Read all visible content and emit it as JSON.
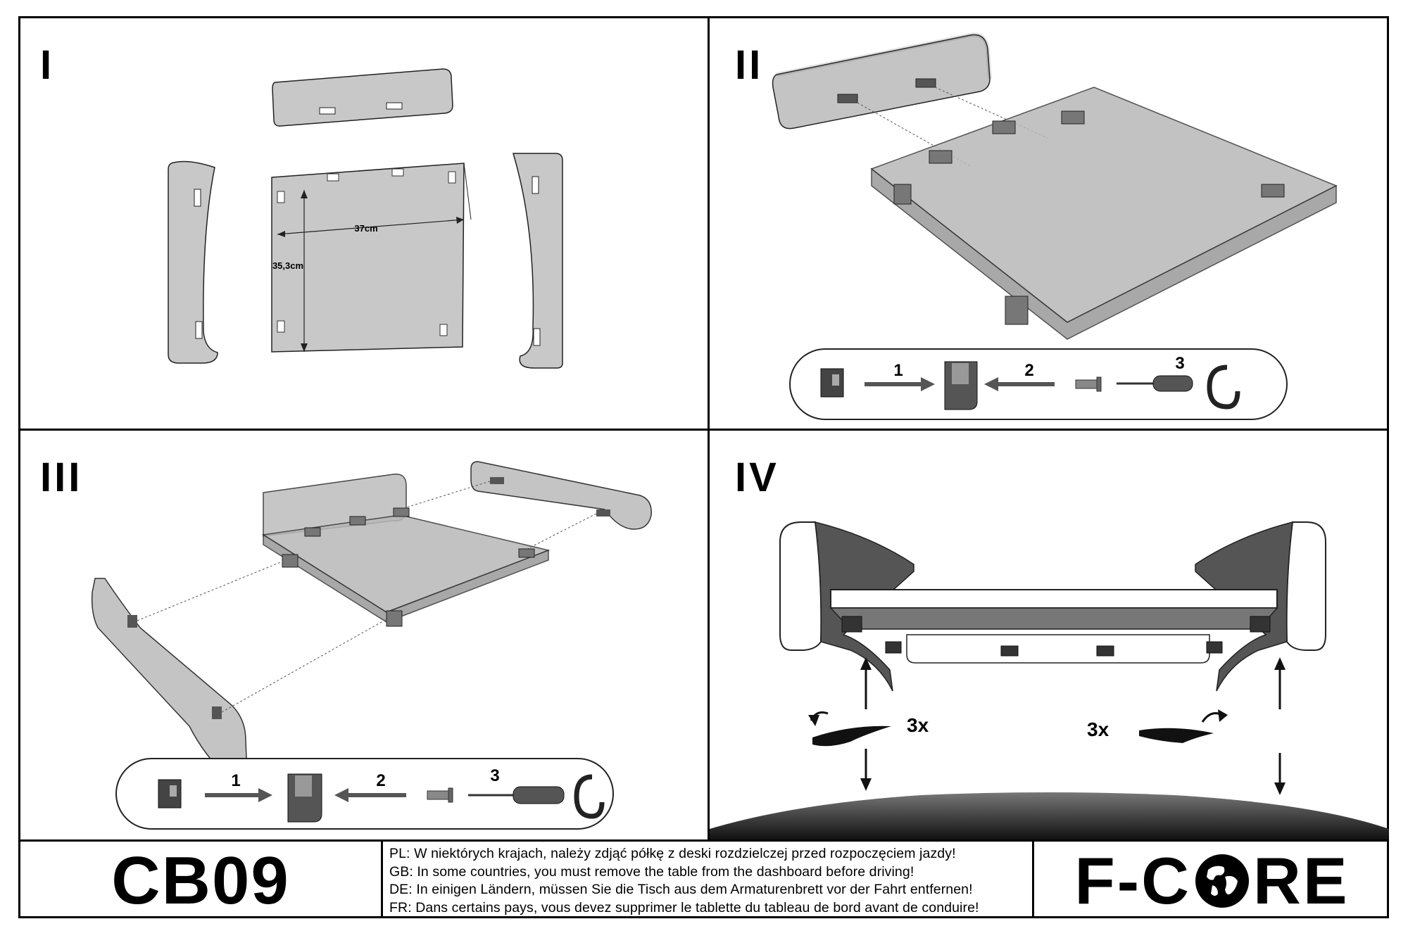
{
  "panels": [
    {
      "id": "I",
      "label": "I",
      "dimension_width": "37cm",
      "dimension_depth": "35,3cm"
    },
    {
      "id": "II",
      "label": "II",
      "steps": [
        "1",
        "2",
        "3"
      ]
    },
    {
      "id": "III",
      "label": "III",
      "steps": [
        "1",
        "2",
        "3"
      ]
    },
    {
      "id": "IV",
      "label": "IV",
      "rotation_left": "3x",
      "rotation_right": "3x"
    }
  ],
  "footer": {
    "model": "CB09",
    "warnings": [
      "PL: W niektórych krajach, należy zdjąć półkę z deski rozdzielczej przed rozpoczęciem jazdy!",
      "GB: In some countries, you must remove the table from the dashboard before driving!",
      "DE: In einigen Ländern, müssen Sie die Tisch aus dem Armaturenbrett vor der Fahrt entfernen!",
      "FR: Dans certains pays, vous devez supprimer le tablette du tableau de bord avant de conduire!"
    ],
    "brand_left": "F-C",
    "brand_right": "RE"
  },
  "icons": {
    "brand_globe": "globe-icon",
    "screwdriver": "screwdriver-icon",
    "screw": "screw-icon",
    "clip": "clip-icon",
    "bracket": "bracket-icon"
  }
}
